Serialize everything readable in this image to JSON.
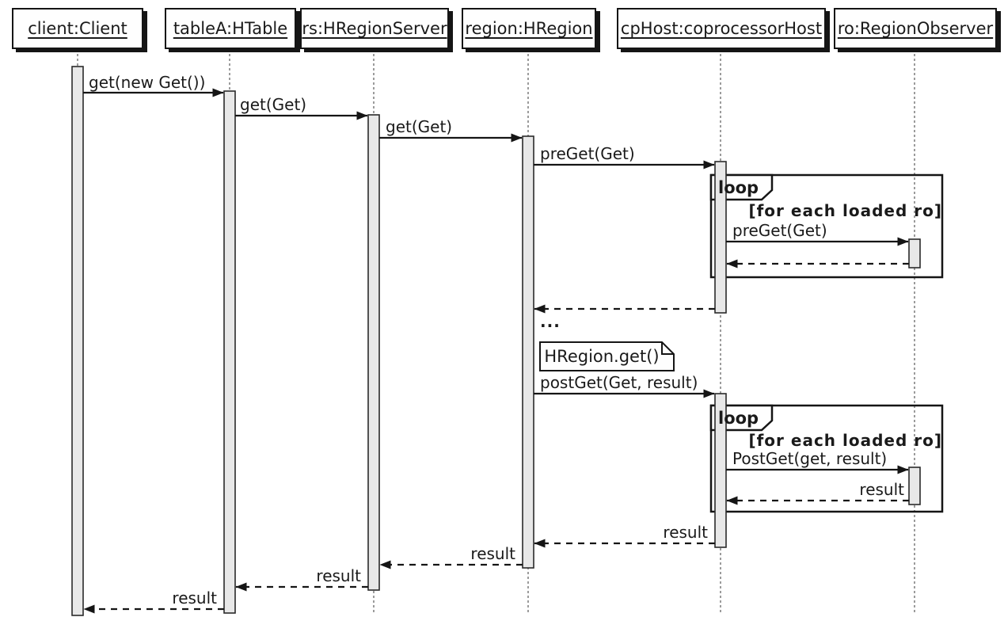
{
  "diagram": {
    "type": "uml-sequence-diagram",
    "participants": [
      {
        "id": "client",
        "label": "client:Client"
      },
      {
        "id": "tableA",
        "label": "tableA:HTable"
      },
      {
        "id": "rs",
        "label": "rs:HRegionServer"
      },
      {
        "id": "region",
        "label": "region:HRegion"
      },
      {
        "id": "cpHost",
        "label": "cpHost:coprocessorHost"
      },
      {
        "id": "ro",
        "label": "ro:RegionObserver"
      }
    ],
    "messages": [
      {
        "from": "client",
        "to": "tableA",
        "label": "get(new Get())",
        "style": "solid"
      },
      {
        "from": "tableA",
        "to": "rs",
        "label": "get(Get)",
        "style": "solid"
      },
      {
        "from": "rs",
        "to": "region",
        "label": "get(Get)",
        "style": "solid"
      },
      {
        "from": "region",
        "to": "cpHost",
        "label": "preGet(Get)",
        "style": "solid"
      },
      {
        "from": "cpHost",
        "to": "ro",
        "label": "preGet(Get)",
        "style": "solid",
        "fragment": "loop1"
      },
      {
        "from": "ro",
        "to": "cpHost",
        "label": "",
        "style": "dashed",
        "fragment": "loop1"
      },
      {
        "from": "cpHost",
        "to": "region",
        "label": "",
        "style": "dashed"
      },
      {
        "from": "region",
        "to": "cpHost",
        "label": "postGet(Get, result)",
        "style": "solid"
      },
      {
        "from": "cpHost",
        "to": "ro",
        "label": "PostGet(get, result)",
        "style": "solid",
        "fragment": "loop2"
      },
      {
        "from": "ro",
        "to": "cpHost",
        "label": "result",
        "style": "dashed",
        "fragment": "loop2"
      },
      {
        "from": "cpHost",
        "to": "region",
        "label": "result",
        "style": "dashed"
      },
      {
        "from": "region",
        "to": "rs",
        "label": "result",
        "style": "dashed"
      },
      {
        "from": "rs",
        "to": "tableA",
        "label": "result",
        "style": "dashed"
      },
      {
        "from": "tableA",
        "to": "client",
        "label": "result",
        "style": "dashed"
      }
    ],
    "fragments": [
      {
        "id": "loop1",
        "operator": "loop",
        "guard": "[for each loaded ro]"
      },
      {
        "id": "loop2",
        "operator": "loop",
        "guard": "[for each loaded ro]"
      }
    ],
    "note": {
      "text": "HRegion.get()"
    },
    "ellipsis": "...",
    "colors": {
      "background": "#ffffff",
      "stroke": "#151515",
      "activation_fill": "#e8e8e8",
      "lifeline": "#8a8a8a",
      "box_fill": "#fefefe"
    }
  }
}
